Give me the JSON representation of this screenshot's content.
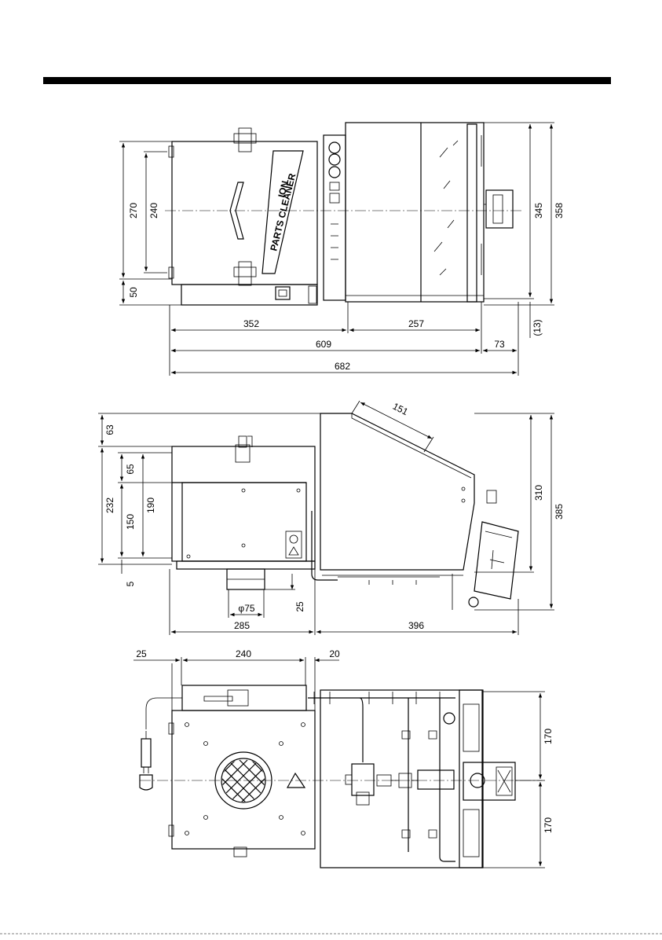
{
  "colors": {
    "ink": "#000000",
    "paper": "#ffffff"
  },
  "top_view": {
    "label_text": [
      "ION",
      "PARTS CLEANER"
    ],
    "dims": {
      "height_270": "270",
      "height_240": "240",
      "height_50": "50",
      "width_352": "352",
      "width_257": "257",
      "width_609": "609",
      "width_73": "73",
      "width_682": "682",
      "height_345": "345",
      "height_358": "358",
      "offset_13": "(13)"
    }
  },
  "side_view": {
    "dims": {
      "slant_151": "151",
      "height_63": "63",
      "height_65": "65",
      "height_190": "190",
      "height_232": "232",
      "height_150": "150",
      "height_5": "5",
      "dia_75": "φ75",
      "height_25": "25",
      "width_285": "285",
      "width_396": "396",
      "height_310": "310",
      "height_385": "385"
    }
  },
  "bottom_view": {
    "dims": {
      "width_25": "25",
      "width_240": "240",
      "width_20": "20",
      "height_170_top": "170",
      "height_170_bottom": "170"
    }
  }
}
